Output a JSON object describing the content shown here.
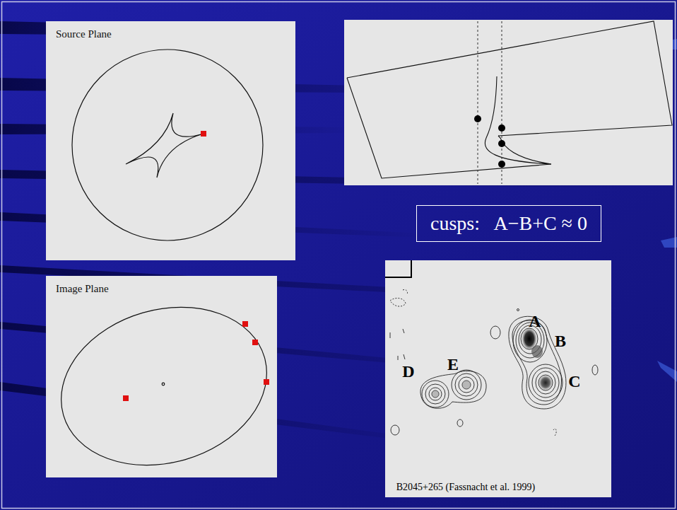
{
  "diagram": {
    "caption": "B2045+265 (Fassnacht et al. 1999)",
    "nodes": [
      {
        "text": [
          "Source Plane"
        ]
      },
      {
        "text": [
          "Image Plane"
        ]
      },
      {
        "text": [
          "cusps:   A−B+C ≈ 0"
        ]
      }
    ],
    "labels": [
      "A",
      "B",
      "C",
      "D",
      "E"
    ]
  }
}
